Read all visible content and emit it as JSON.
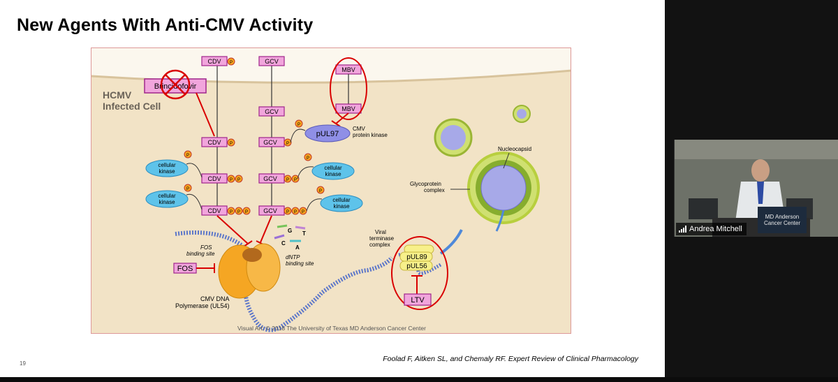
{
  "slide": {
    "title": "New Agents With Anti-CMV Activity",
    "citation": "Foolad F, Aitken SL, and Chemaly RF. Expert Review of Clinical Pharmacology",
    "slide_number": "19"
  },
  "figure": {
    "cell_label_line1": "HCMV",
    "cell_label_line2": "Infected Cell",
    "brincidofovir": "Brincidofovir",
    "cdv": "CDV",
    "gcv": "GCV",
    "mbv": "MBV",
    "p": "P",
    "pul97": "pUL97",
    "protein_kinase_line1": "CMV",
    "protein_kinase_line2": "protein kinase",
    "cellular_line1": "cellular",
    "cellular_line2": "kinase",
    "nucleocapsid": "Nucleocapsid",
    "glycoprotein_line1": "Glycoprotein",
    "glycoprotein_line2": "complex",
    "nt_g": "G",
    "nt_t": "T",
    "nt_c": "C",
    "nt_a": "A",
    "viral_terminase_line1": "Viral",
    "viral_terminase_line2": "terminase",
    "viral_terminase_line3": "complex",
    "pul89": "pUL89",
    "pul56": "pUL56",
    "ltv": "LTV",
    "fos": "FOS",
    "fos_site_line1": "FOS",
    "fos_site_line2": "binding site",
    "dntp_line1": "dNTP",
    "dntp_line2": "binding site",
    "polymerase_line1": "CMV DNA",
    "polymerase_line2": "Polymerase (UL54)",
    "credit": "Visual Art: © 2018 The University of Texas MD Anderson Cancer Center"
  },
  "video": {
    "participant_name": "Andrea Mitchell",
    "wall_logo_line1": "MD Anderson",
    "wall_logo_line2": "Cancer Center"
  },
  "colors": {
    "cell_bg": "#f2e3c6",
    "drug_box": "#f1a5dc",
    "drug_box_border": "#a0268c",
    "inhibit_red": "#d90000",
    "kinase_blue": "#5ec3ea",
    "pul97_purple": "#8f8fe6",
    "terminase_yellow": "#f7f08a",
    "phosphate_orange": "#f6a21e"
  }
}
